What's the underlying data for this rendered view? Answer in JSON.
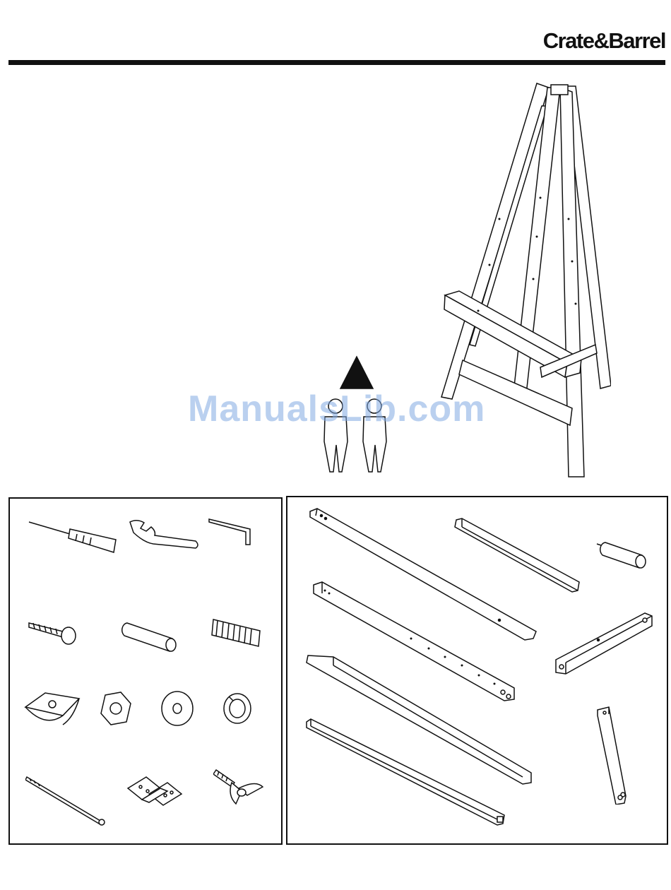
{
  "header": {
    "brand": "Crate&Barrel"
  },
  "watermark": {
    "text": "ManualsLib.com"
  },
  "colors": {
    "ink": "#111111",
    "rule": "#111111",
    "watermark": "#82AAE1"
  },
  "illustrations": {
    "hero": "assembled-easel",
    "warning": "two-person-assembly",
    "tools_hardware": [
      "screwdriver",
      "wrench",
      "hex-key",
      "wood-screw",
      "dowel",
      "threaded-insert",
      "wedge-block",
      "hex-nut",
      "flat-washer",
      "lock-washer",
      "threaded-rod",
      "hinge",
      "wing-bolt"
    ],
    "wood_parts": [
      "front-leg",
      "canvas-ledge",
      "knob",
      "front-leg-drilled",
      "cross-bar",
      "rear-leg",
      "side-bar",
      "back-post",
      "brace"
    ]
  }
}
